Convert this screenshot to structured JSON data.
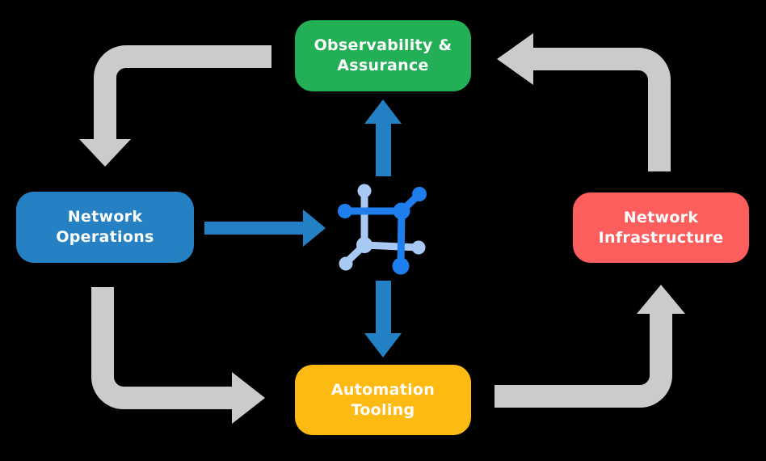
{
  "nodes": {
    "observability": {
      "line1": "Observability &",
      "line2": "Assurance",
      "color": "#22AF55"
    },
    "operations": {
      "line1": "Network",
      "line2": "Operations",
      "color": "#2581C4"
    },
    "infrastructure": {
      "line1": "Network",
      "line2": "Infrastructure",
      "color": "#FC5E5E"
    },
    "tooling": {
      "line1": "Automation",
      "line2": "Tooling",
      "color": "#FDBA12"
    }
  },
  "colors": {
    "background": "#000000",
    "cycle_arrow": "#CBCBCB",
    "flow_arrow": "#2380C4",
    "icon_dark": "#1F7EED",
    "icon_light": "#A9C9F5",
    "label_text": "#FFFFFF"
  },
  "icons": {
    "center": "network-mesh-icon"
  },
  "flow": {
    "cycle_direction": "counter-clockwise",
    "cycle_links": [
      "observability -> operations",
      "operations -> tooling",
      "tooling -> infrastructure",
      "infrastructure -> observability"
    ],
    "center_links": [
      "operations -> center",
      "center -> observability",
      "center -> tooling"
    ]
  }
}
